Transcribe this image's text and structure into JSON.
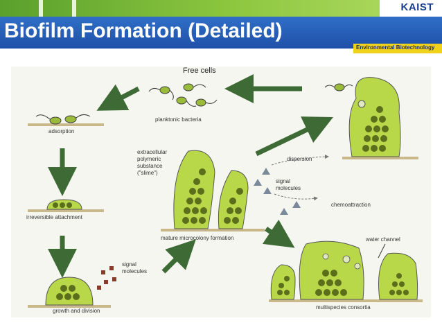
{
  "header": {
    "logo_text": "KAIST",
    "title": "Biofilm Formation (Detailed)",
    "subtitle": "Environmental Biotechnology"
  },
  "diagram": {
    "top_label": "Free cells",
    "labels": {
      "planktonic": "planktonic bacteria",
      "adsorption": "adsorption",
      "irreversible": "irreversible attachment",
      "growth": "growth and division",
      "signal_molecules_1": "signal",
      "signal_molecules_2": "molecules",
      "eps_1": "extracellular",
      "eps_2": "polymeric",
      "eps_3": "substance",
      "eps_4": "(\"slime\")",
      "mature": "mature microcolony formation",
      "dispersion": "dispersion",
      "signal_b_1": "signal",
      "signal_b_2": "molecules",
      "chemoattraction": "chemoattraction",
      "water_channel": "water channel",
      "multispecies": "multispecies consortia"
    }
  },
  "colors": {
    "arrow": "#3e6b35",
    "slime": "#b8d84a",
    "cell": "#5a6e1c",
    "signal_red": "#8b3a2a",
    "signal_grey": "#7a8a9a"
  }
}
